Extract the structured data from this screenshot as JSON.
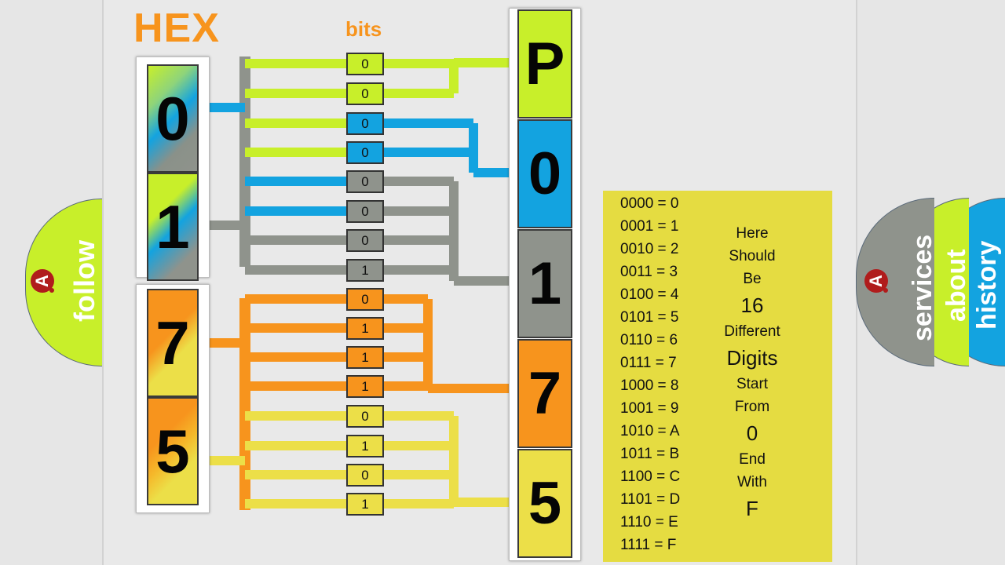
{
  "header": {
    "hex_title": "HEX",
    "bits_title": "bits"
  },
  "hex_digits": [
    {
      "digit": "0",
      "class": "g0"
    },
    {
      "digit": "1",
      "class": "g1"
    },
    {
      "digit": "7",
      "class": "g7"
    },
    {
      "digit": "5",
      "class": "g5"
    }
  ],
  "bits": [
    "0",
    "0",
    "0",
    "0",
    "0",
    "0",
    "0",
    "1",
    "0",
    "1",
    "1",
    "1",
    "0",
    "1",
    "0",
    "1"
  ],
  "bit_colors": [
    "#c8ef2a",
    "#c8ef2a",
    "#13a3e0",
    "#13a3e0",
    "#8f938c",
    "#8f938c",
    "#8f938c",
    "#8f938c",
    "#f7941d",
    "#f7941d",
    "#f7941d",
    "#f7941d",
    "#ecdf48",
    "#ecdf48",
    "#ecdf48",
    "#ecdf48"
  ],
  "output_chars": [
    {
      "char": "P",
      "color": "#c8ef2a"
    },
    {
      "char": "0",
      "color": "#13a3e0"
    },
    {
      "char": "1",
      "color": "#8f938c"
    },
    {
      "char": "7",
      "color": "#f7941d"
    },
    {
      "char": "5",
      "color": "#ecdf48"
    }
  ],
  "hex_table": [
    "0000 = 0",
    "0001 = 1",
    "0010 = 2",
    "0011 = 3",
    "0100 = 4",
    "0101 = 5",
    "0110 = 6",
    "0111 = 7",
    "1000 = 8",
    "1001 = 9",
    "1010 = A",
    "1011 = B",
    "1100 = C",
    "1101 = D",
    "1110 = E",
    "1111 = F"
  ],
  "note": [
    {
      "text": "Here",
      "big": false
    },
    {
      "text": "Should",
      "big": false
    },
    {
      "text": "Be",
      "big": false
    },
    {
      "text": "16",
      "big": true
    },
    {
      "text": "Different",
      "big": false
    },
    {
      "text": "Digits",
      "big": true
    },
    {
      "text": "Start",
      "big": false
    },
    {
      "text": "From",
      "big": false
    },
    {
      "text": "0",
      "big": true
    },
    {
      "text": "End",
      "big": false
    },
    {
      "text": "With",
      "big": false
    },
    {
      "text": "F",
      "big": true
    }
  ],
  "left_tab": {
    "label": "follow",
    "logo_letter": "A",
    "color": "#c8ef2a"
  },
  "right_tabs": [
    {
      "label": "services",
      "color": "#8f938c",
      "logo_letter": "A"
    },
    {
      "label": "about",
      "color": "#c8ef2a"
    },
    {
      "label": "history",
      "color": "#13a3e0"
    }
  ]
}
